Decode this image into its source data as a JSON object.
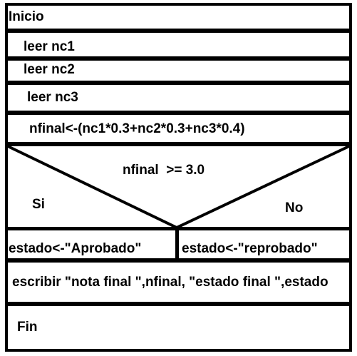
{
  "diagram": {
    "start": "Inicio",
    "steps": [
      "leer nc1",
      "leer nc2",
      "leer nc3",
      "nfinal<-(nc1*0.3+nc2*0.3+nc3*0.4)"
    ],
    "decision": {
      "condition": "nfinal  >= 3.0",
      "yes_label": "Si",
      "no_label": "No",
      "yes_action": "estado<-\"Aprobado\"",
      "no_action": "estado<-\"reprobado\""
    },
    "output": "escribir \"nota final \",nfinal, \"estado final \",estado",
    "end": "Fin"
  }
}
